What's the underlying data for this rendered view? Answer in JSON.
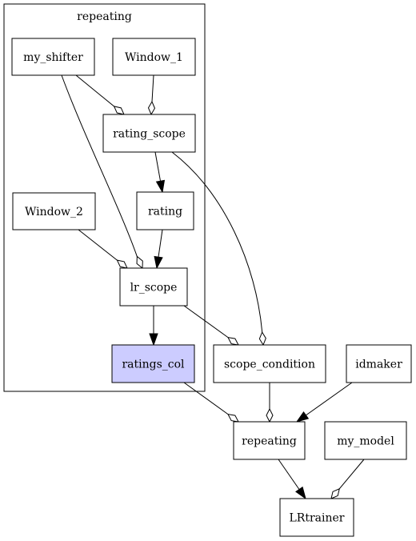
{
  "diagram": {
    "cluster": {
      "id": "repeating-cluster",
      "label": "repeating"
    },
    "nodes": [
      {
        "id": "my_shifter",
        "label": "my_shifter"
      },
      {
        "id": "Window_1",
        "label": "Window_1"
      },
      {
        "id": "rating_scope",
        "label": "rating_scope"
      },
      {
        "id": "Window_2",
        "label": "Window_2"
      },
      {
        "id": "rating",
        "label": "rating"
      },
      {
        "id": "lr_scope",
        "label": "lr_scope"
      },
      {
        "id": "ratings_col",
        "label": "ratings_col",
        "fill": "#ccccff"
      },
      {
        "id": "scope_condition",
        "label": "scope_condition"
      },
      {
        "id": "idmaker",
        "label": "idmaker"
      },
      {
        "id": "repeating",
        "label": "repeating"
      },
      {
        "id": "my_model",
        "label": "my_model"
      },
      {
        "id": "LRtrainer",
        "label": "LRtrainer"
      }
    ],
    "edges": [
      {
        "from": "my_shifter",
        "to": "rating_scope",
        "head": "diamond"
      },
      {
        "from": "Window_1",
        "to": "rating_scope",
        "head": "diamond"
      },
      {
        "from": "my_shifter",
        "to": "lr_scope",
        "head": "diamond"
      },
      {
        "from": "rating_scope",
        "to": "rating",
        "head": "arrow"
      },
      {
        "from": "rating_scope",
        "to": "scope_condition",
        "head": "diamond"
      },
      {
        "from": "Window_2",
        "to": "lr_scope",
        "head": "diamond"
      },
      {
        "from": "rating",
        "to": "lr_scope",
        "head": "arrow"
      },
      {
        "from": "lr_scope",
        "to": "ratings_col",
        "head": "arrow"
      },
      {
        "from": "lr_scope",
        "to": "scope_condition",
        "head": "diamond"
      },
      {
        "from": "ratings_col",
        "to": "repeating",
        "head": "diamond"
      },
      {
        "from": "scope_condition",
        "to": "repeating",
        "head": "diamond"
      },
      {
        "from": "idmaker",
        "to": "repeating",
        "head": "arrow"
      },
      {
        "from": "repeating",
        "to": "LRtrainer",
        "head": "arrow"
      },
      {
        "from": "my_model",
        "to": "LRtrainer",
        "head": "diamond"
      }
    ]
  }
}
